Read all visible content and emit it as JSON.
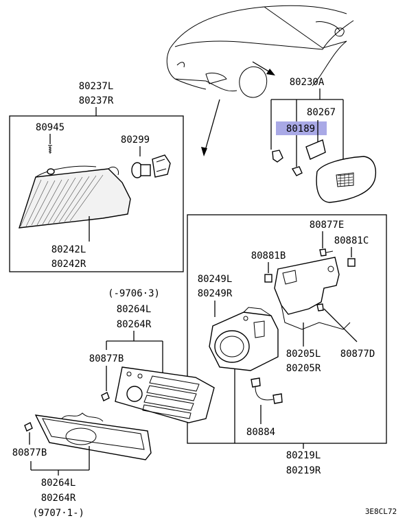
{
  "labels": {
    "p80237L": "80237L",
    "p80237R": "80237R",
    "p80945": "80945",
    "p80299": "80299",
    "p80242L": "80242L",
    "p80242R": "80242R",
    "p80230A": "80230A",
    "p80267": "80267",
    "p80189": "80189",
    "p80877E": "80877E",
    "p80881C": "80881C",
    "p80881B": "80881B",
    "p80249L": "80249L",
    "p80249R": "80249R",
    "p80205L": "80205L",
    "p80205R": "80205R",
    "p80877D": "80877D",
    "p80884": "80884",
    "p80219L": "80219L",
    "p80219R": "80219R",
    "date_upper": "(-9706·3)",
    "p80264L_a": "80264L",
    "p80264R_a": "80264R",
    "p80877B_a": "80877B",
    "p80877B_b": "80877B",
    "p80264L_b": "80264L",
    "p80264R_b": "80264R",
    "date_lower": "(9707·1-)",
    "diagram_code": "3E8CL72"
  },
  "highlight": {
    "part": "80189",
    "color": "#a9a9e6"
  }
}
